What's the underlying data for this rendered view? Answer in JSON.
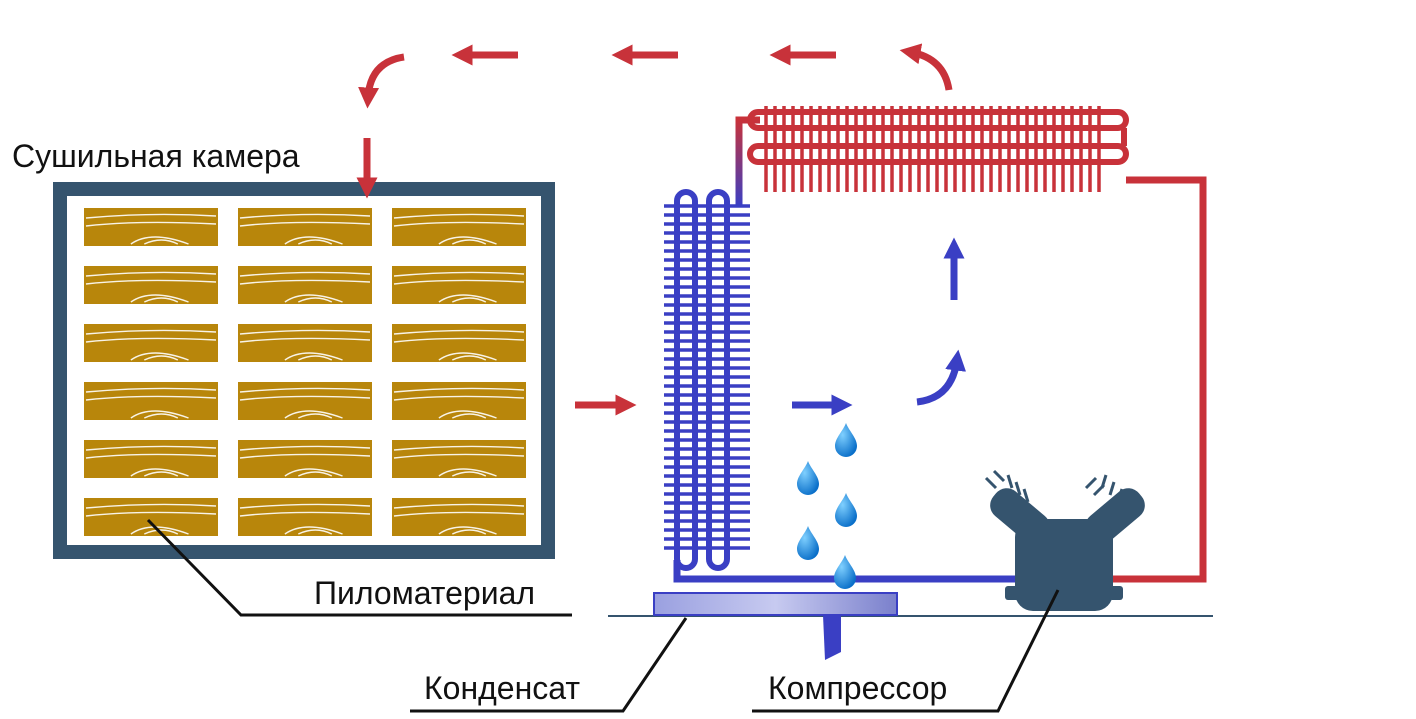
{
  "labels": {
    "drying_chamber": "Сушильная камера",
    "lumber": "Пиломатериал",
    "condensate": "Конденсат",
    "compressor": "Компрессор"
  },
  "colors": {
    "hot_air": "#c8323a",
    "cold_air": "#3a3fc4",
    "chamber_frame": "#35546e",
    "wood": "#b8860b",
    "compressor": "#35546e",
    "water": "#1a8fe0"
  },
  "lumber_grid": {
    "rows": 6,
    "columns": 3
  },
  "water_drops": 5
}
